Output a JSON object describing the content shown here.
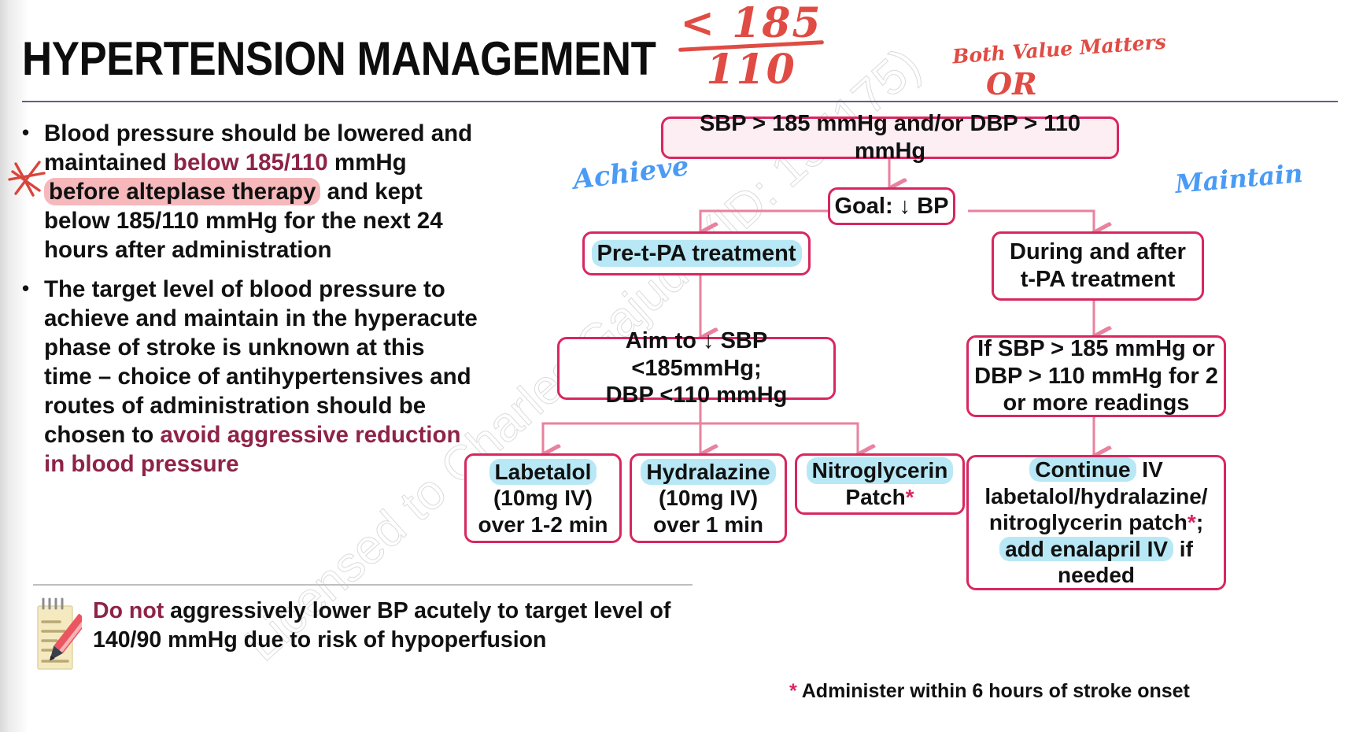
{
  "slide": {
    "title": "HYPERTENSION MANAGEMENT",
    "watermark": "Licensed to Charles Gajudo (ID: 135175)"
  },
  "annotations": {
    "fraction_numerator": "< 185",
    "fraction_denominator": "110",
    "both_value_matters": "Both Value Matters",
    "or": "OR",
    "achieve": "Achieve",
    "maintain": "Maintain",
    "star": "star-doodle"
  },
  "bullets": [
    {
      "marker": "•",
      "segments": [
        {
          "text": "Blood pressure should be lowered and maintained ",
          "style": "plain"
        },
        {
          "text": "below 185/110",
          "style": "maroon"
        },
        {
          "text": " mmHg ",
          "style": "plain"
        },
        {
          "text": "before alteplase therapy",
          "style": "highlight-pink"
        },
        {
          "text": " and kept below 185/110 mmHg for the next 24 hours after administration",
          "style": "plain"
        }
      ]
    },
    {
      "marker": "•",
      "segments": [
        {
          "text": "The target level of blood pressure to achieve and maintain in the hyperacute phase of stroke is unknown at this time – choice of antihypertensives and routes of administration should be chosen to ",
          "style": "plain"
        },
        {
          "text": "avoid aggressive reduction in blood pressure",
          "style": "maroon"
        }
      ]
    }
  ],
  "note": {
    "icon": "notepad-pencil-icon",
    "emphasis": "Do not",
    "rest": " aggressively lower BP acutely to target level of 140/90 mmHg due to risk of hypoperfusion"
  },
  "flowchart": {
    "nodes": {
      "trigger": "SBP > 185 mmHg and/or DBP > 110 mmHg",
      "goal": "Goal: ↓ BP",
      "pre_tpa": "Pre-t-PA treatment",
      "during_after": "During and after\nt-PA treatment",
      "aim": "Aim to ↓ SBP <185mmHg;\nDBP <110 mmHg",
      "if_high": "If SBP > 185 mmHg or\nDBP > 110 mmHg for 2\nor more readings",
      "labetalol_name": "Labetalol",
      "labetalol_dose": "(10mg IV)\nover 1-2 min",
      "hydralazine_name": "Hydralazine",
      "hydralazine_dose": "(10mg IV)\nover 1 min",
      "nitroglycerin_name": "Nitroglycerin",
      "nitroglycerin_rest": "Patch",
      "continue_word": "Continue",
      "continue_line1_rest": " IV",
      "continue_line2": "labetalol/hydralazine/",
      "continue_line3": "nitroglycerin patch",
      "continue_line4_hl": "add enalapril IV",
      "continue_line4_rest": " if",
      "continue_line5": "needed"
    },
    "footnote_marker": "*",
    "footnote_text": " Administer within 6 hours of stroke onset"
  },
  "colors": {
    "border": "#d8275f",
    "arrow": "#e8829f",
    "maroon": "#8e2347",
    "pink_highlight": "#f6b8bb",
    "cyan_highlight": "#b8e8f5",
    "rule": "#6b5b82",
    "hand_red": "#e04b43",
    "hand_blue": "#4a9bf5"
  }
}
